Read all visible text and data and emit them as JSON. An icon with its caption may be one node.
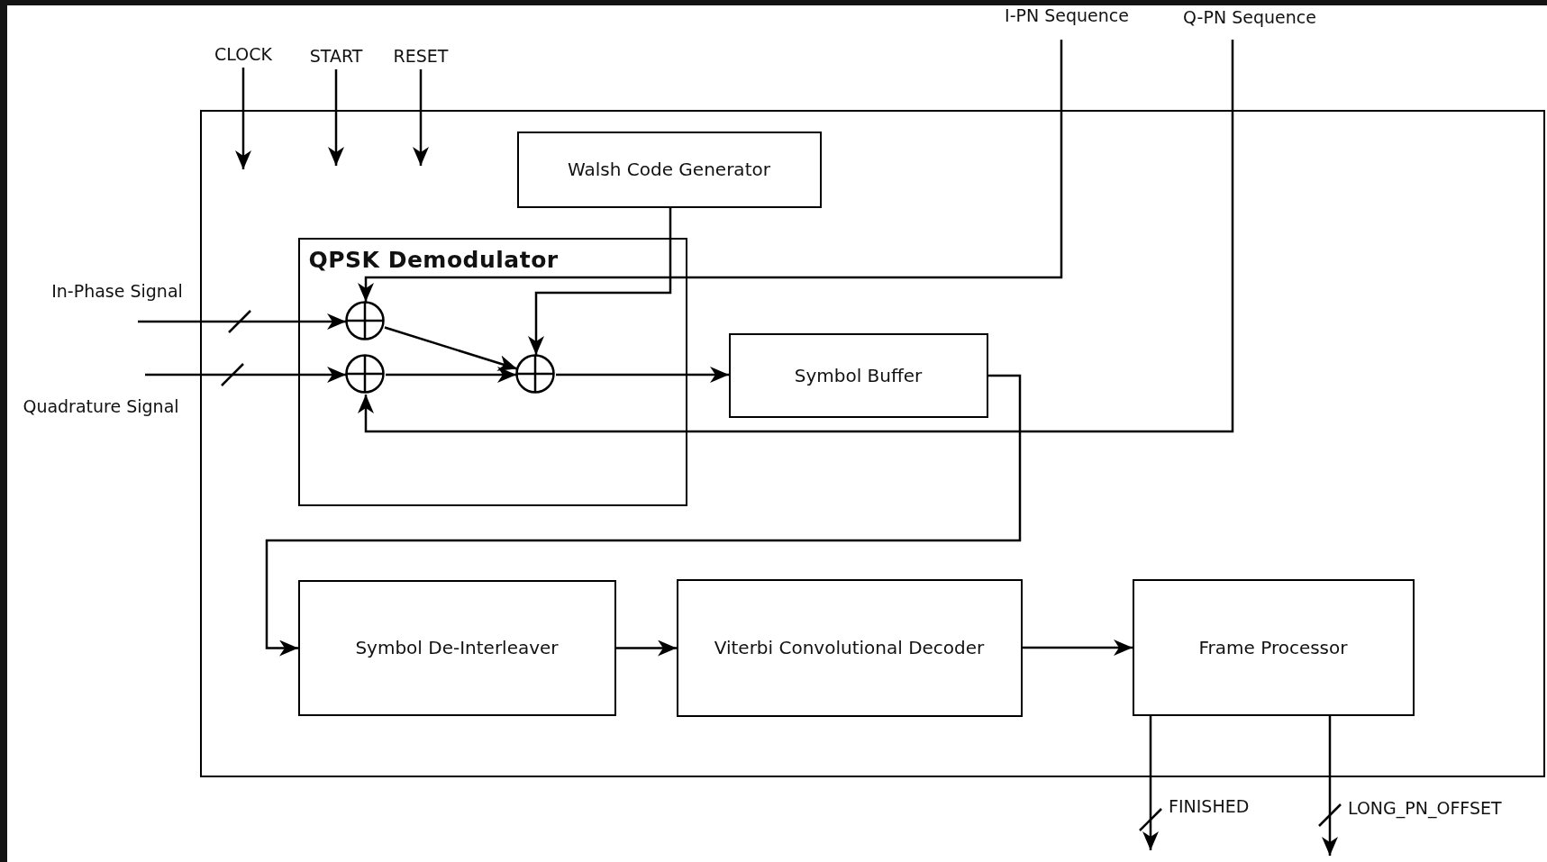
{
  "diagram": {
    "nodes": [
      {
        "text": [],
        "shape": "box"
      },
      {
        "text": [
          "CLOCK"
        ]
      },
      {
        "text": [
          "START"
        ]
      },
      {
        "text": [
          "RESET"
        ]
      },
      {
        "text": [
          "I-PN Sequence"
        ]
      },
      {
        "text": [
          "Q-PN Sequence"
        ]
      },
      {
        "text": [
          "Walsh Code Generator"
        ],
        "in": 0
      },
      {
        "text": [
          "QPSK Demodulator"
        ],
        "in": 0
      },
      {
        "text": [
          "In-Phase Signal"
        ]
      },
      {
        "text": [
          "Quadrature Signal"
        ]
      },
      {
        "text": [],
        "shape": "circle",
        "in": 7
      },
      {
        "text": [],
        "shape": "circle",
        "in": 7
      },
      {
        "text": [],
        "shape": "circle",
        "in": 7
      },
      {
        "text": [
          "Symbol Buffer"
        ],
        "in": 0
      },
      {
        "text": [
          "Symbol De-Interleaver"
        ],
        "in": 0
      },
      {
        "text": [
          "Viterbi Convolutional Decoder"
        ],
        "in": 0
      },
      {
        "text": [
          "Frame Processor"
        ],
        "in": 0
      }
    ],
    "edges": [
      {
        "from": 1,
        "to": null,
        "arrow": "to"
      },
      {
        "from": 2,
        "to": null,
        "arrow": "to"
      },
      {
        "from": 3,
        "to": null,
        "arrow": "to"
      },
      {
        "from": 8,
        "to": 10,
        "arrow": "to"
      },
      {
        "from": 9,
        "to": 11,
        "arrow": "to"
      },
      {
        "from": 4,
        "to": 10,
        "arrow": "to"
      },
      {
        "from": 5,
        "to": 11,
        "arrow": "to"
      },
      {
        "from": 6,
        "to": 12,
        "arrow": "to"
      },
      {
        "from": 10,
        "to": 12,
        "arrow": "to"
      },
      {
        "from": 11,
        "to": 12,
        "arrow": "to"
      },
      {
        "from": 12,
        "to": 13,
        "arrow": "to"
      },
      {
        "from": 13,
        "to": 14,
        "arrow": "to"
      },
      {
        "from": 14,
        "to": 15,
        "arrow": "to"
      },
      {
        "from": 15,
        "to": 16,
        "arrow": "to"
      },
      {
        "from": 16,
        "to": null,
        "arrow": "to",
        "label": "FINISHED"
      },
      {
        "from": 16,
        "to": null,
        "arrow": "to",
        "label": "LONG_PN_OFFSET"
      }
    ]
  }
}
